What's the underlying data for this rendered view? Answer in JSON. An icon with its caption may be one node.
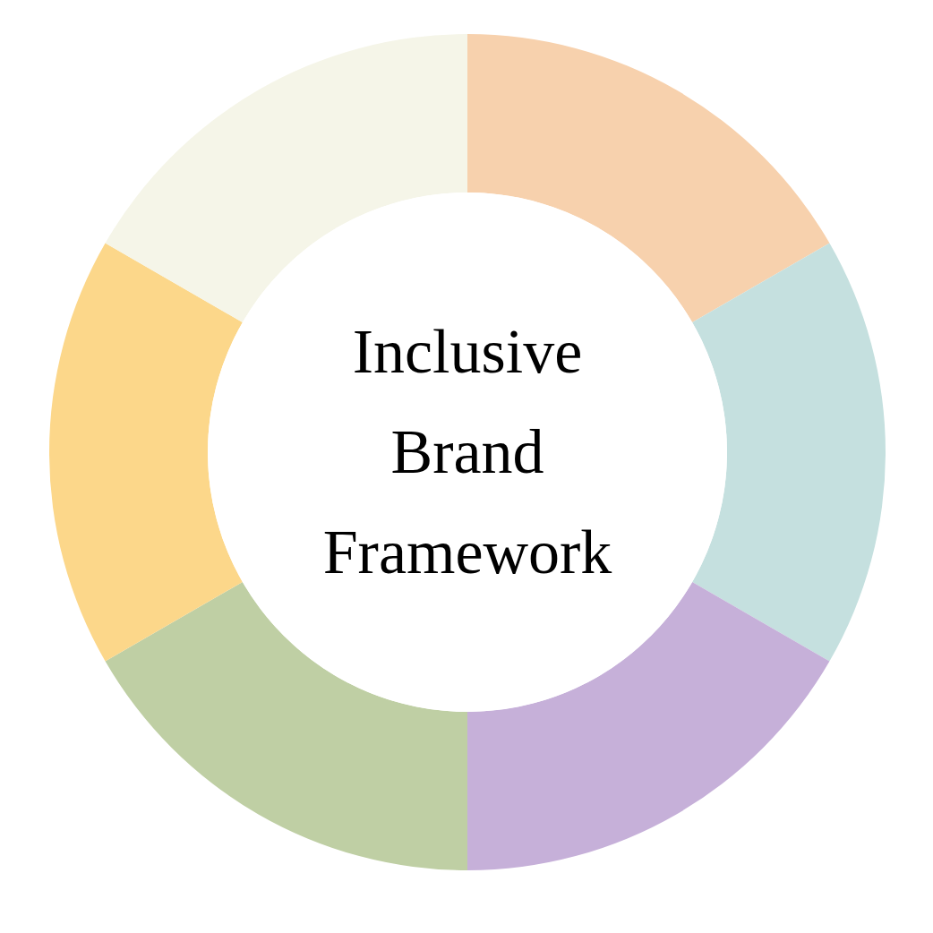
{
  "diagram": {
    "nodes": [
      {
        "text": [
          "Inclusive Brand Framework"
        ]
      },
      {
        "text": [],
        "shape": "segment"
      },
      {
        "text": [],
        "shape": "segment"
      },
      {
        "text": [],
        "shape": "segment"
      },
      {
        "text": [],
        "shape": "segment"
      },
      {
        "text": [],
        "shape": "segment"
      },
      {
        "text": [],
        "shape": "segment"
      }
    ]
  }
}
